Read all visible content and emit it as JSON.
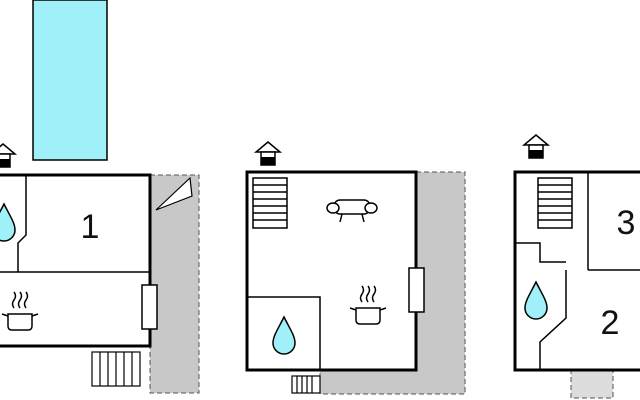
{
  "plans": [
    {
      "room_labels": [
        "1"
      ]
    },
    {
      "room_labels": []
    },
    {
      "room_labels": [
        "3",
        "2"
      ]
    }
  ],
  "colors": {
    "pool": "#9ff0f8",
    "water_drop": "#9ff0f8",
    "terrace": "#c8c8c8",
    "wall": "#000000",
    "background": "#ffffff"
  },
  "icons": [
    "pool",
    "entrance-house-icon",
    "water-drop-icon",
    "stairs-icon",
    "sofa-icon",
    "cooking-pot-icon",
    "radiator-icon",
    "terrace-steps-icon"
  ]
}
